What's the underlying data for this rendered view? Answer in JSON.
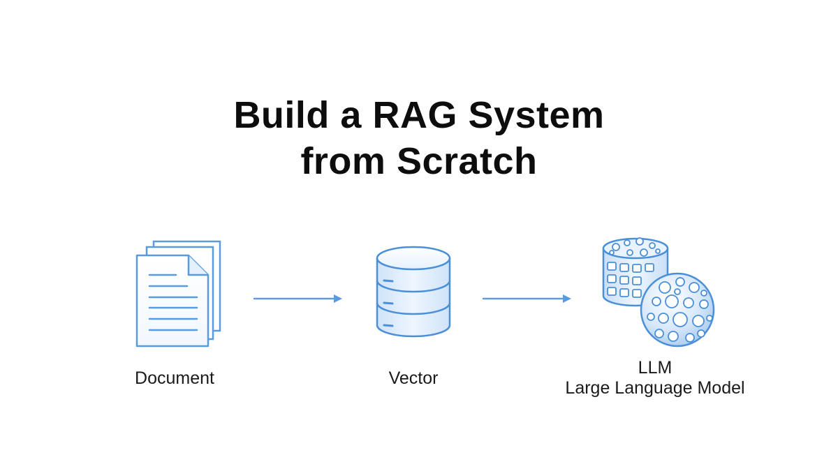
{
  "title": {
    "line1": "Build a RAG System",
    "line2": "from Scratch"
  },
  "nodes": [
    {
      "label": "Document",
      "icon": "document-stack-icon"
    },
    {
      "label": "Vector",
      "icon": "database-cylinder-icon"
    },
    {
      "label_line1": "LLM",
      "label_line2": "Large Language Model",
      "icon": "llm-spheres-icon"
    }
  ],
  "colors": {
    "stroke": "#4a8fd8",
    "fill_light": "#dcebfa",
    "fill_mid": "#b9d6f4",
    "text": "#111111"
  }
}
